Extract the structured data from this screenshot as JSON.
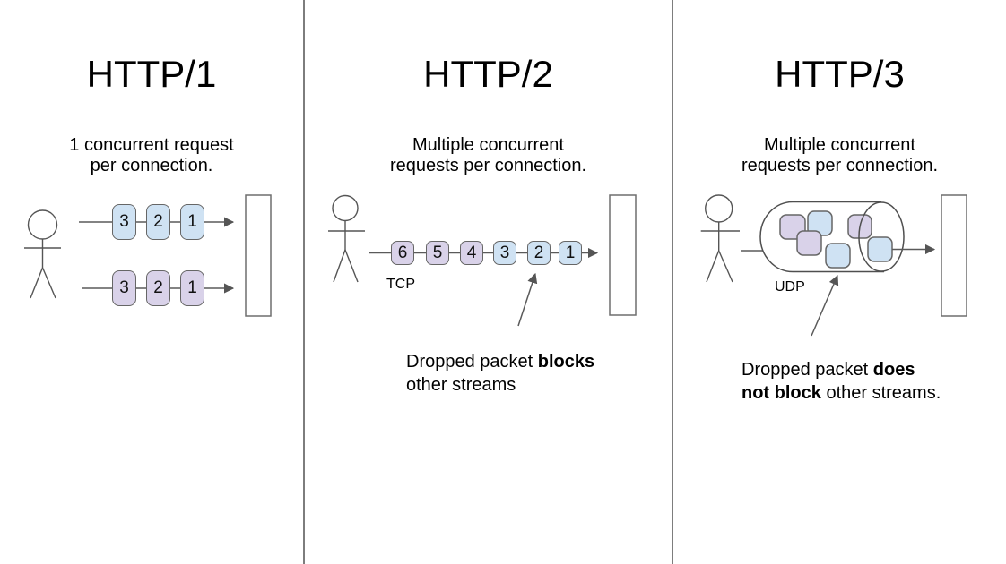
{
  "colors": {
    "packet_blue": "#cfe2f3",
    "packet_purple": "#d9d2e9",
    "stroke_gray": "#5a5a5a",
    "divider_gray": "#7d7d7d"
  },
  "panels": [
    {
      "title": "HTTP/1",
      "subtitle_line1": "1 concurrent request",
      "subtitle_line2": "per connection.",
      "rows": [
        {
          "packets": [
            {
              "label": "3",
              "color": "blue"
            },
            {
              "label": "2",
              "color": "blue"
            },
            {
              "label": "1",
              "color": "blue"
            }
          ]
        },
        {
          "packets": [
            {
              "label": "3",
              "color": "purple"
            },
            {
              "label": "2",
              "color": "purple"
            },
            {
              "label": "1",
              "color": "purple"
            }
          ]
        }
      ]
    },
    {
      "title": "HTTP/2",
      "subtitle_line1": "Multiple concurrent",
      "subtitle_line2": "requests per connection.",
      "protocol_label": "TCP",
      "packets": [
        {
          "label": "6",
          "color": "purple"
        },
        {
          "label": "5",
          "color": "purple"
        },
        {
          "label": "4",
          "color": "purple"
        },
        {
          "label": "3",
          "color": "blue"
        },
        {
          "label": "2",
          "color": "blue"
        },
        {
          "label": "1",
          "color": "blue"
        }
      ],
      "note": {
        "l1_regular": "Dropped packet ",
        "l1_bold": "blocks",
        "l2_bold": "",
        "l2_regular": "other streams"
      }
    },
    {
      "title": "HTTP/3",
      "subtitle_line1": "Multiple concurrent",
      "subtitle_line2": "requests per connection.",
      "protocol_label": "UDP",
      "packets": [
        {
          "color": "purple"
        },
        {
          "color": "blue"
        },
        {
          "color": "purple"
        },
        {
          "color": "blue"
        },
        {
          "color": "purple"
        },
        {
          "color": "blue"
        }
      ],
      "note": {
        "l1_regular": "Dropped packet ",
        "l1_bold": "does",
        "l2_bold": "not block",
        "l2_regular": " other streams."
      }
    }
  ]
}
